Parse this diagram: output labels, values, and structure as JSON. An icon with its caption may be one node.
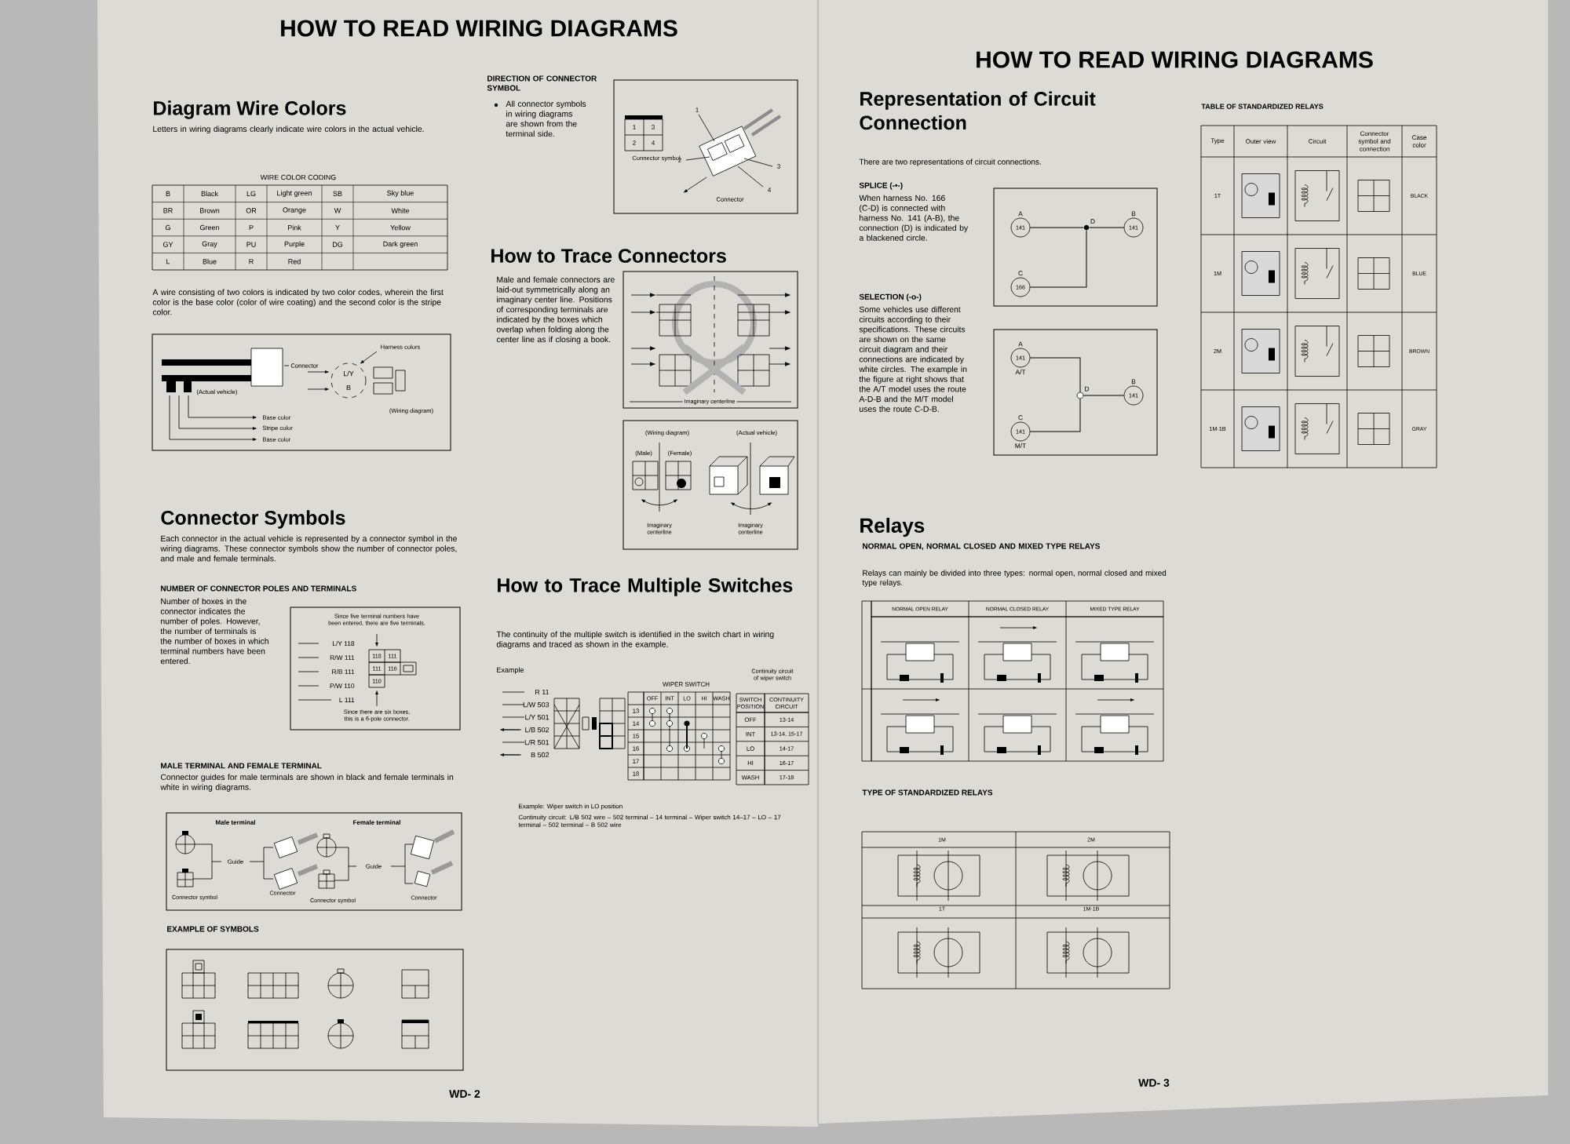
{
  "diagram": {
    "title": "HOW TO READ WIRING DIAGRAMS",
    "nodes": [
      {
        "text": [
          "141"
        ],
        "beside": [
          "A"
        ]
      },
      {
        "text": [],
        "shape": "dot",
        "beside": [
          "D"
        ]
      },
      {
        "text": [
          "141"
        ],
        "beside": [
          "B"
        ]
      },
      {
        "text": [
          "166"
        ],
        "beside": [
          "C"
        ]
      },
      {
        "text": [
          "141"
        ],
        "beside": [
          "A",
          "A/T"
        ]
      },
      {
        "text": [],
        "shape": "circle",
        "beside": [
          "D"
        ]
      },
      {
        "text": [
          "141"
        ],
        "beside": [
          "B"
        ]
      },
      {
        "text": [
          "141"
        ],
        "beside": [
          "C",
          "M/T"
        ]
      }
    ],
    "edges": [
      {
        "from": 0,
        "to": 1,
        "arrow": "none"
      },
      {
        "from": 1,
        "to": 2,
        "arrow": "none"
      },
      {
        "from": 3,
        "to": 1,
        "arrow": "none"
      },
      {
        "from": 4,
        "to": 5,
        "arrow": "none"
      },
      {
        "from": 7,
        "to": 5,
        "arrow": "none"
      },
      {
        "from": 5,
        "to": 6,
        "arrow": "none"
      }
    ],
    "labels": [
      "Diagram Wire Colors",
      "Letters in wiring diagrams clearly indicate wire colors in the actual vehicle.",
      "WIRE COLOR CODING",
      "B",
      "Black",
      "LG",
      "Light green",
      "SB",
      "Sky blue",
      "BR",
      "Brown",
      "OR",
      "Orange",
      "W",
      "White",
      "G",
      "Green",
      "P",
      "Pink",
      "Y",
      "Yellow",
      "GY",
      "Gray",
      "PU",
      "Purple",
      "DG",
      "Dark green",
      "L",
      "Blue",
      "R",
      "Red",
      "A wire consisting of two colors is indicated by two color codes, wherein the first color is the base color (color of wire coating) and the second color is the stripe color.",
      "Harness colors",
      "Connector",
      "(Actual vehicle)",
      "L/Y",
      "B",
      "(Wiring diagram)",
      "Base color",
      "Stripe color",
      "Base color",
      "Connector Symbols",
      "Each connector in the actual vehicle is represented by a connector symbol in the wiring diagrams. These connector symbols show the number of connector poles, and male and female terminals.",
      "NUMBER OF CONNECTOR POLES AND TERMINALS",
      "Number of boxes in the connector indicates the number of poles. However, the number of terminals is the number of boxes in which terminal numbers have been entered.",
      "Since five terminal numbers have been entered, there are five terminals.",
      "L/Y 118",
      "R/W 111",
      "R/B 111",
      "P/W 110",
      "L 111",
      "118",
      "111",
      "111",
      "116",
      "110",
      "Since there are six boxes, this is a 6-pole connector.",
      "MALE TERMINAL AND FEMALE TERMINAL",
      "Connector guides for male terminals are shown in black and female terminals in white in wiring diagrams.",
      "Male terminal",
      "Female terminal",
      "Guide",
      "Connector symbol",
      "Connector",
      "Guide",
      "Connector symbol",
      "Connector",
      "EXAMPLE OF SYMBOLS",
      "WD- 2",
      "DIRECTION OF CONNECTOR SYMBOL",
      "All connector symbols in wiring diagrams are shown from the terminal side.",
      "1",
      "3",
      "2",
      "4",
      "Connector symbol",
      "Connector",
      "1",
      "2",
      "3",
      "4",
      "How to Trace Connectors",
      "Male and female connectors are laid-out symmetrically along an imaginary center line. Positions of corresponding terminals are indicated by the boxes which overlap when folding along the center line as if closing a book.",
      "Imaginary centerline",
      "(Wiring diagram)",
      "(Actual vehicle)",
      "(Male)",
      "(Female)",
      "Imaginary centerline",
      "Imaginary centerline",
      "How to Trace Multiple Switches",
      "The continuity of the multiple switch is identified in the switch chart in wiring diagrams and traced as shown in the example.",
      "Example",
      "R 11",
      "L/W 503",
      "L/Y 501",
      "L/B 502",
      "L/R 501",
      "B 502",
      "WIPER SWITCH",
      "OFF",
      "INT",
      "LO",
      "HI",
      "WASH",
      "13",
      "14",
      "15",
      "16",
      "17",
      "18",
      "Continuity circuit of wiper switch",
      "SWITCH POSITION",
      "CONTINUITY CIRCUIT",
      "OFF",
      "13-14",
      "INT",
      "13-14, 15-17",
      "LO",
      "14-17",
      "HI",
      "16-17",
      "WASH",
      "17-18",
      "Example: Wiper switch in LO position",
      "Continuity circuit: L/B 502 wire – 502 terminal – 14 terminal – Wiper switch 14–17 – LO – 17 terminal – 502 terminal – B 502 wire",
      "HOW TO READ WIRING DIAGRAMS",
      "Representation of Circuit Connection",
      "There are two representations of circuit connections.",
      "SPLICE (-•-)",
      "When harness No. 166 (C-D) is connected with harness No. 141 (A-B), the connection (D) is indicated by a blackened circle.",
      "SELECTION (-o-)",
      "Some vehicles use different circuits according to their specifications. These circuits are shown on the same circuit diagram and their connections are indicated by white circles. The example in the figure at right shows that the A/T model uses the route A-D-B and the M/T model uses the route C-D-B.",
      "Relays",
      "NORMAL OPEN, NORMAL CLOSED AND MIXED TYPE RELAYS",
      "Relays can mainly be divided into three types: normal open, normal closed and mixed type relays.",
      "NORMAL OPEN RELAY",
      "NORMAL CLOSED RELAY",
      "MIXED TYPE RELAY",
      "TYPE OF STANDARDIZED RELAYS",
      "1M",
      "2M",
      "1T",
      "1M·1B",
      "TABLE OF STANDARDIZED RELAYS",
      "Type",
      "Outer view",
      "Circuit",
      "Connector symbol and connection",
      "Case color",
      "1T",
      "BLACK",
      "1M",
      "BLUE",
      "2M",
      "BROWN",
      "1M·1B",
      "GRAY",
      "WD- 3"
    ]
  }
}
